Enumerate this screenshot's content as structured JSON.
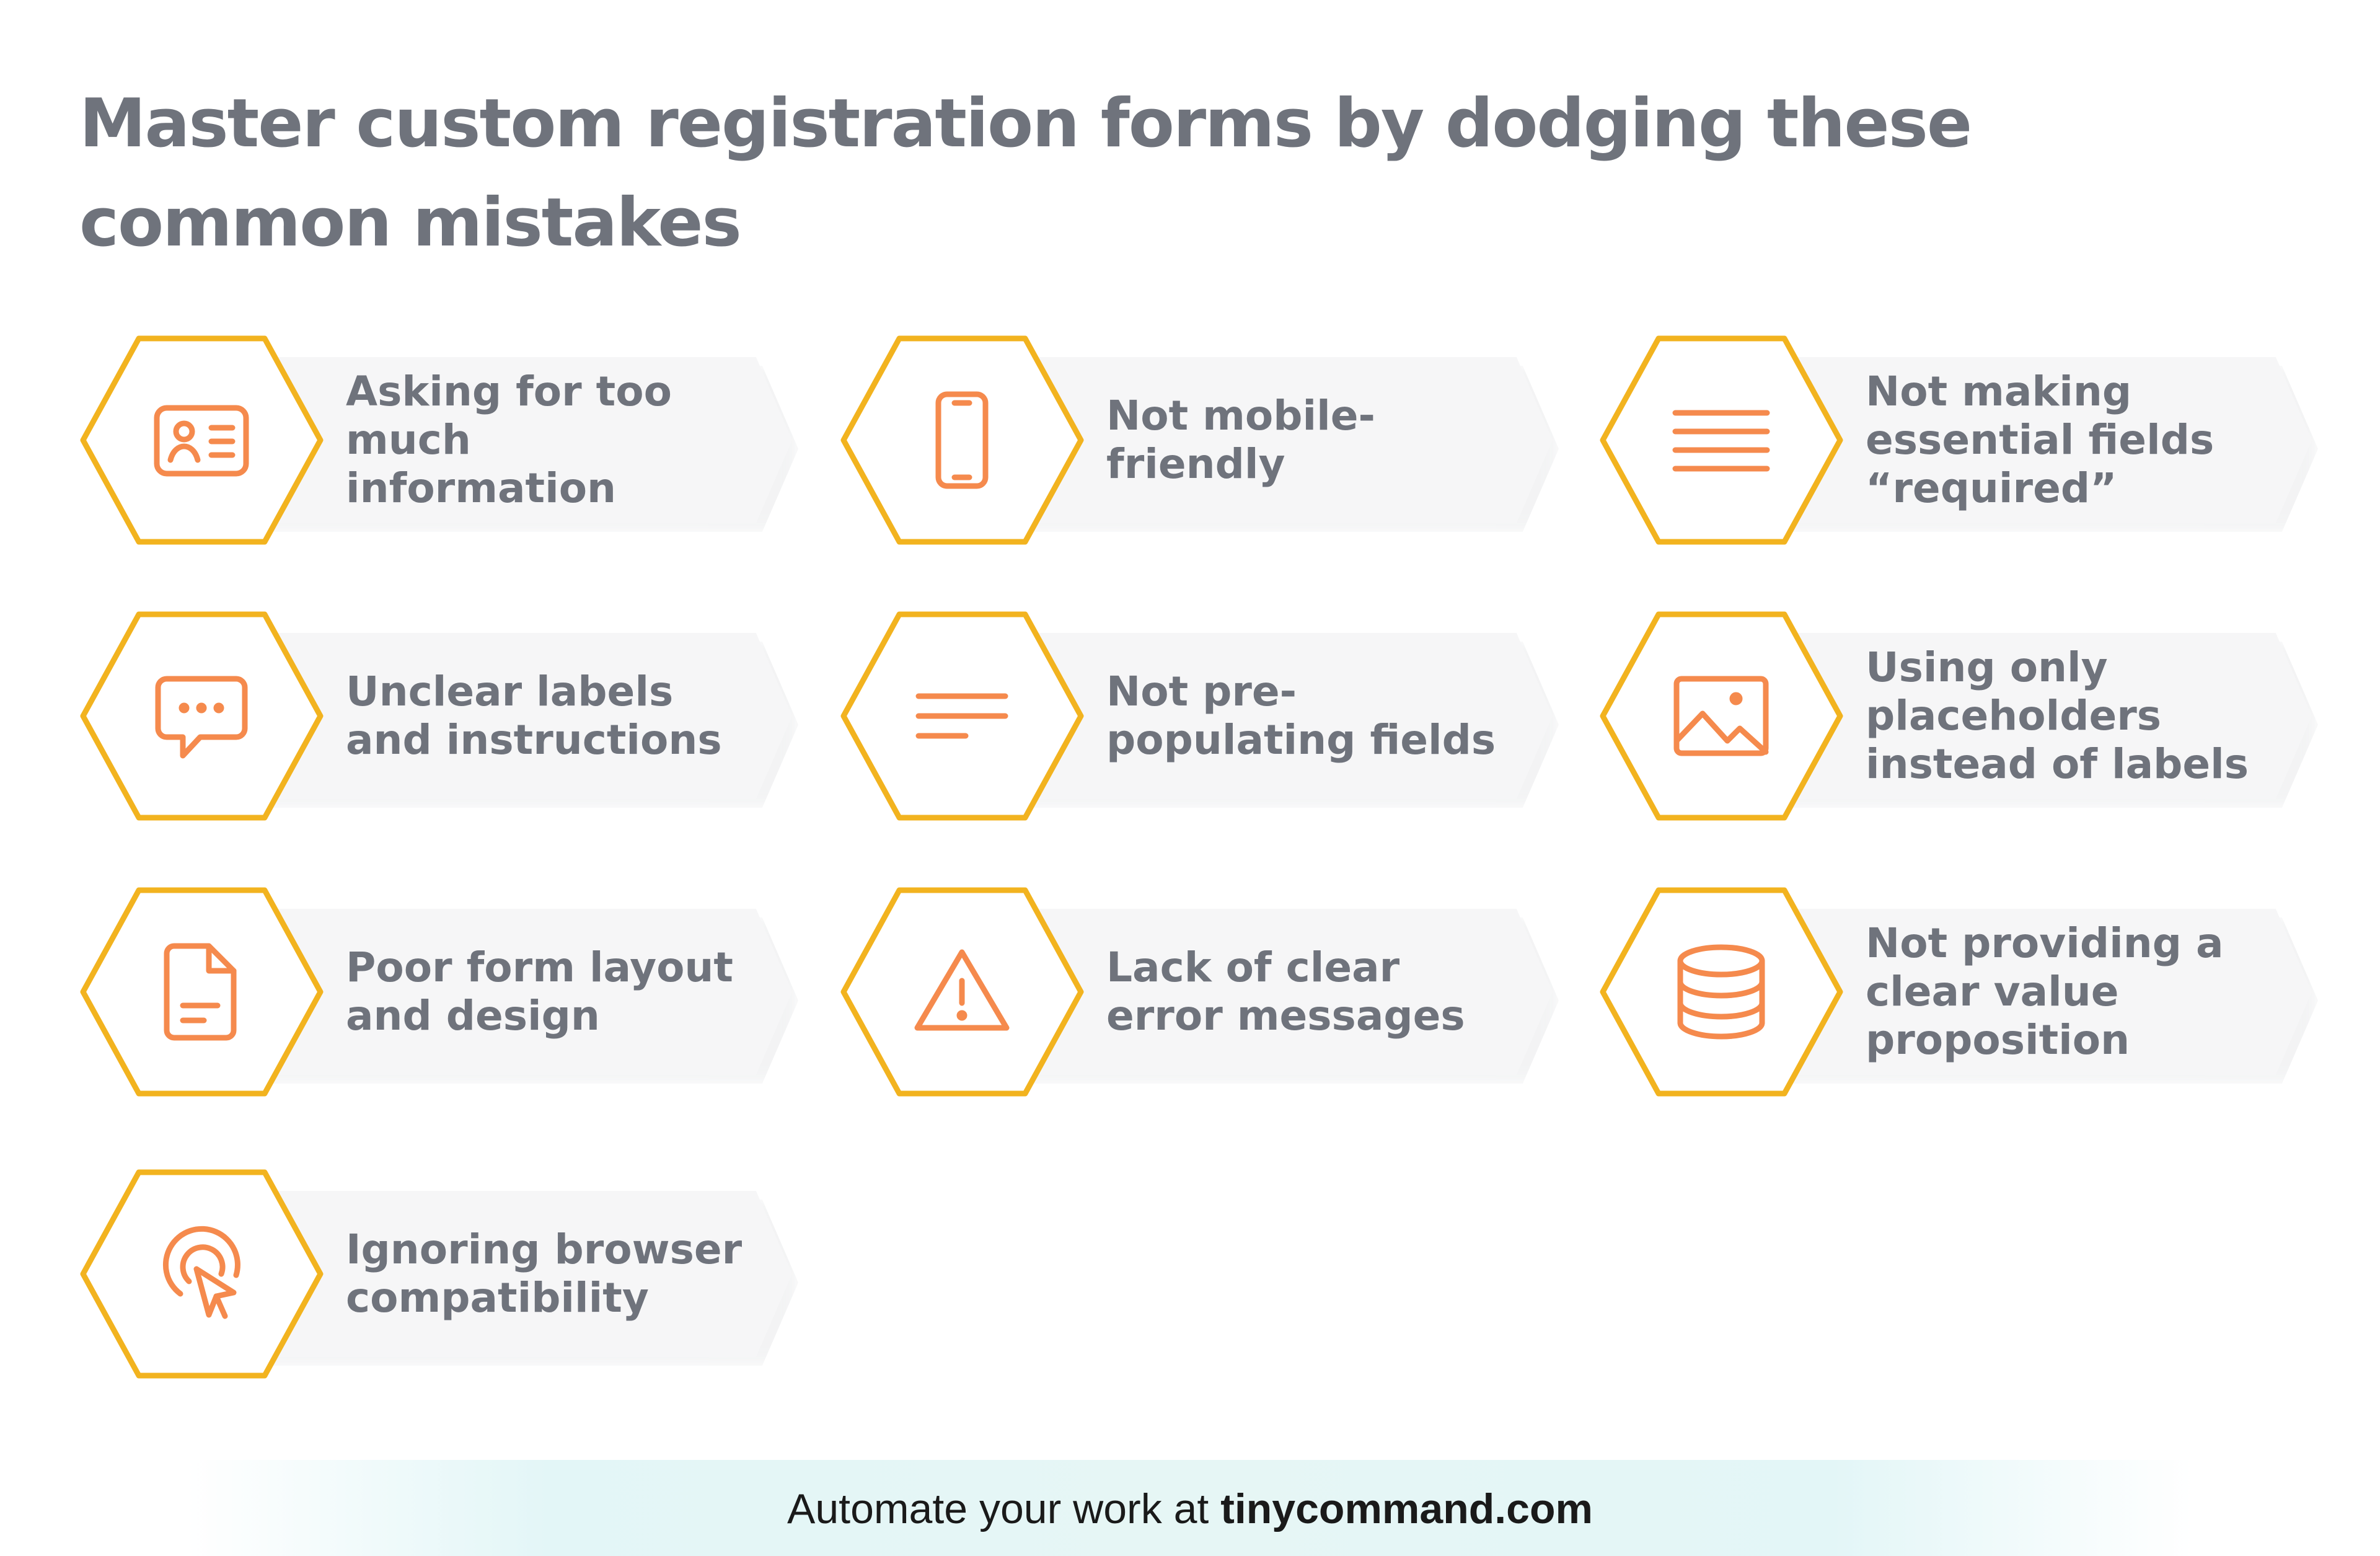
{
  "title": "Master custom registration forms by dodging these common mistakes",
  "colors": {
    "hex_border": "#f2b31f",
    "icon": "#f58a4d",
    "text": "#6f737c",
    "card": "#f6f6f7"
  },
  "items": [
    {
      "label": "Asking for too much information",
      "icon": "id-card-icon"
    },
    {
      "label": "Not mobile-friendly",
      "icon": "mobile-phone-icon"
    },
    {
      "label": "Not making essential fields “required”",
      "icon": "list-lines-icon"
    },
    {
      "label": "Unclear labels and instructions",
      "icon": "chat-bubble-icon"
    },
    {
      "label": "Not pre-populating fields",
      "icon": "text-align-icon"
    },
    {
      "label": "Using only placeholders instead of labels",
      "icon": "image-icon"
    },
    {
      "label": "Poor form layout and design",
      "icon": "document-icon"
    },
    {
      "label": "Lack of clear error messages",
      "icon": "warning-icon"
    },
    {
      "label": "Not providing a clear value proposition",
      "icon": "database-icon"
    },
    {
      "label": "Ignoring browser compatibility",
      "icon": "cursor-click-icon"
    }
  ],
  "footer": {
    "prefix": "Automate your work at ",
    "link": "tinycommand.com"
  }
}
